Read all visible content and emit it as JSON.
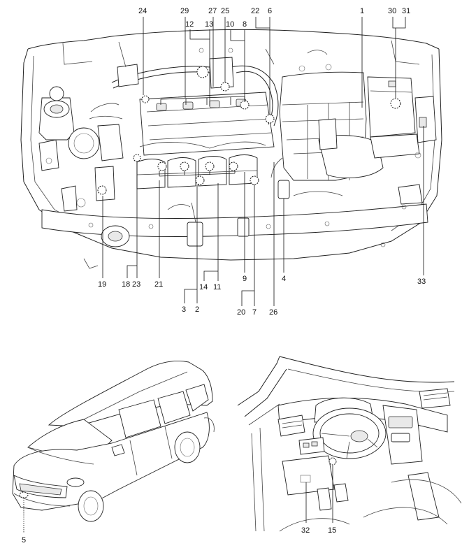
{
  "engine_callouts": {
    "c1": "1",
    "c2": "2",
    "c3": "3",
    "c4": "4",
    "c6": "6",
    "c7": "7",
    "c8": "8",
    "c9": "9",
    "c10": "10",
    "c11": "11",
    "c12": "12",
    "c13": "13",
    "c14": "14",
    "c18": "18",
    "c19": "19",
    "c20": "20",
    "c21": "21",
    "c22": "22",
    "c23": "23",
    "c24": "24",
    "c25": "25",
    "c26": "26",
    "c27": "27",
    "c29": "29",
    "c30": "30",
    "c31": "31",
    "c33": "33"
  },
  "vehicle_callouts": {
    "c5": "5"
  },
  "interior_callouts": {
    "c32": "32",
    "c15": "15"
  },
  "icons": [
    "engine-bay-illustration",
    "suv-exterior-illustration",
    "dashboard-interior-illustration"
  ]
}
